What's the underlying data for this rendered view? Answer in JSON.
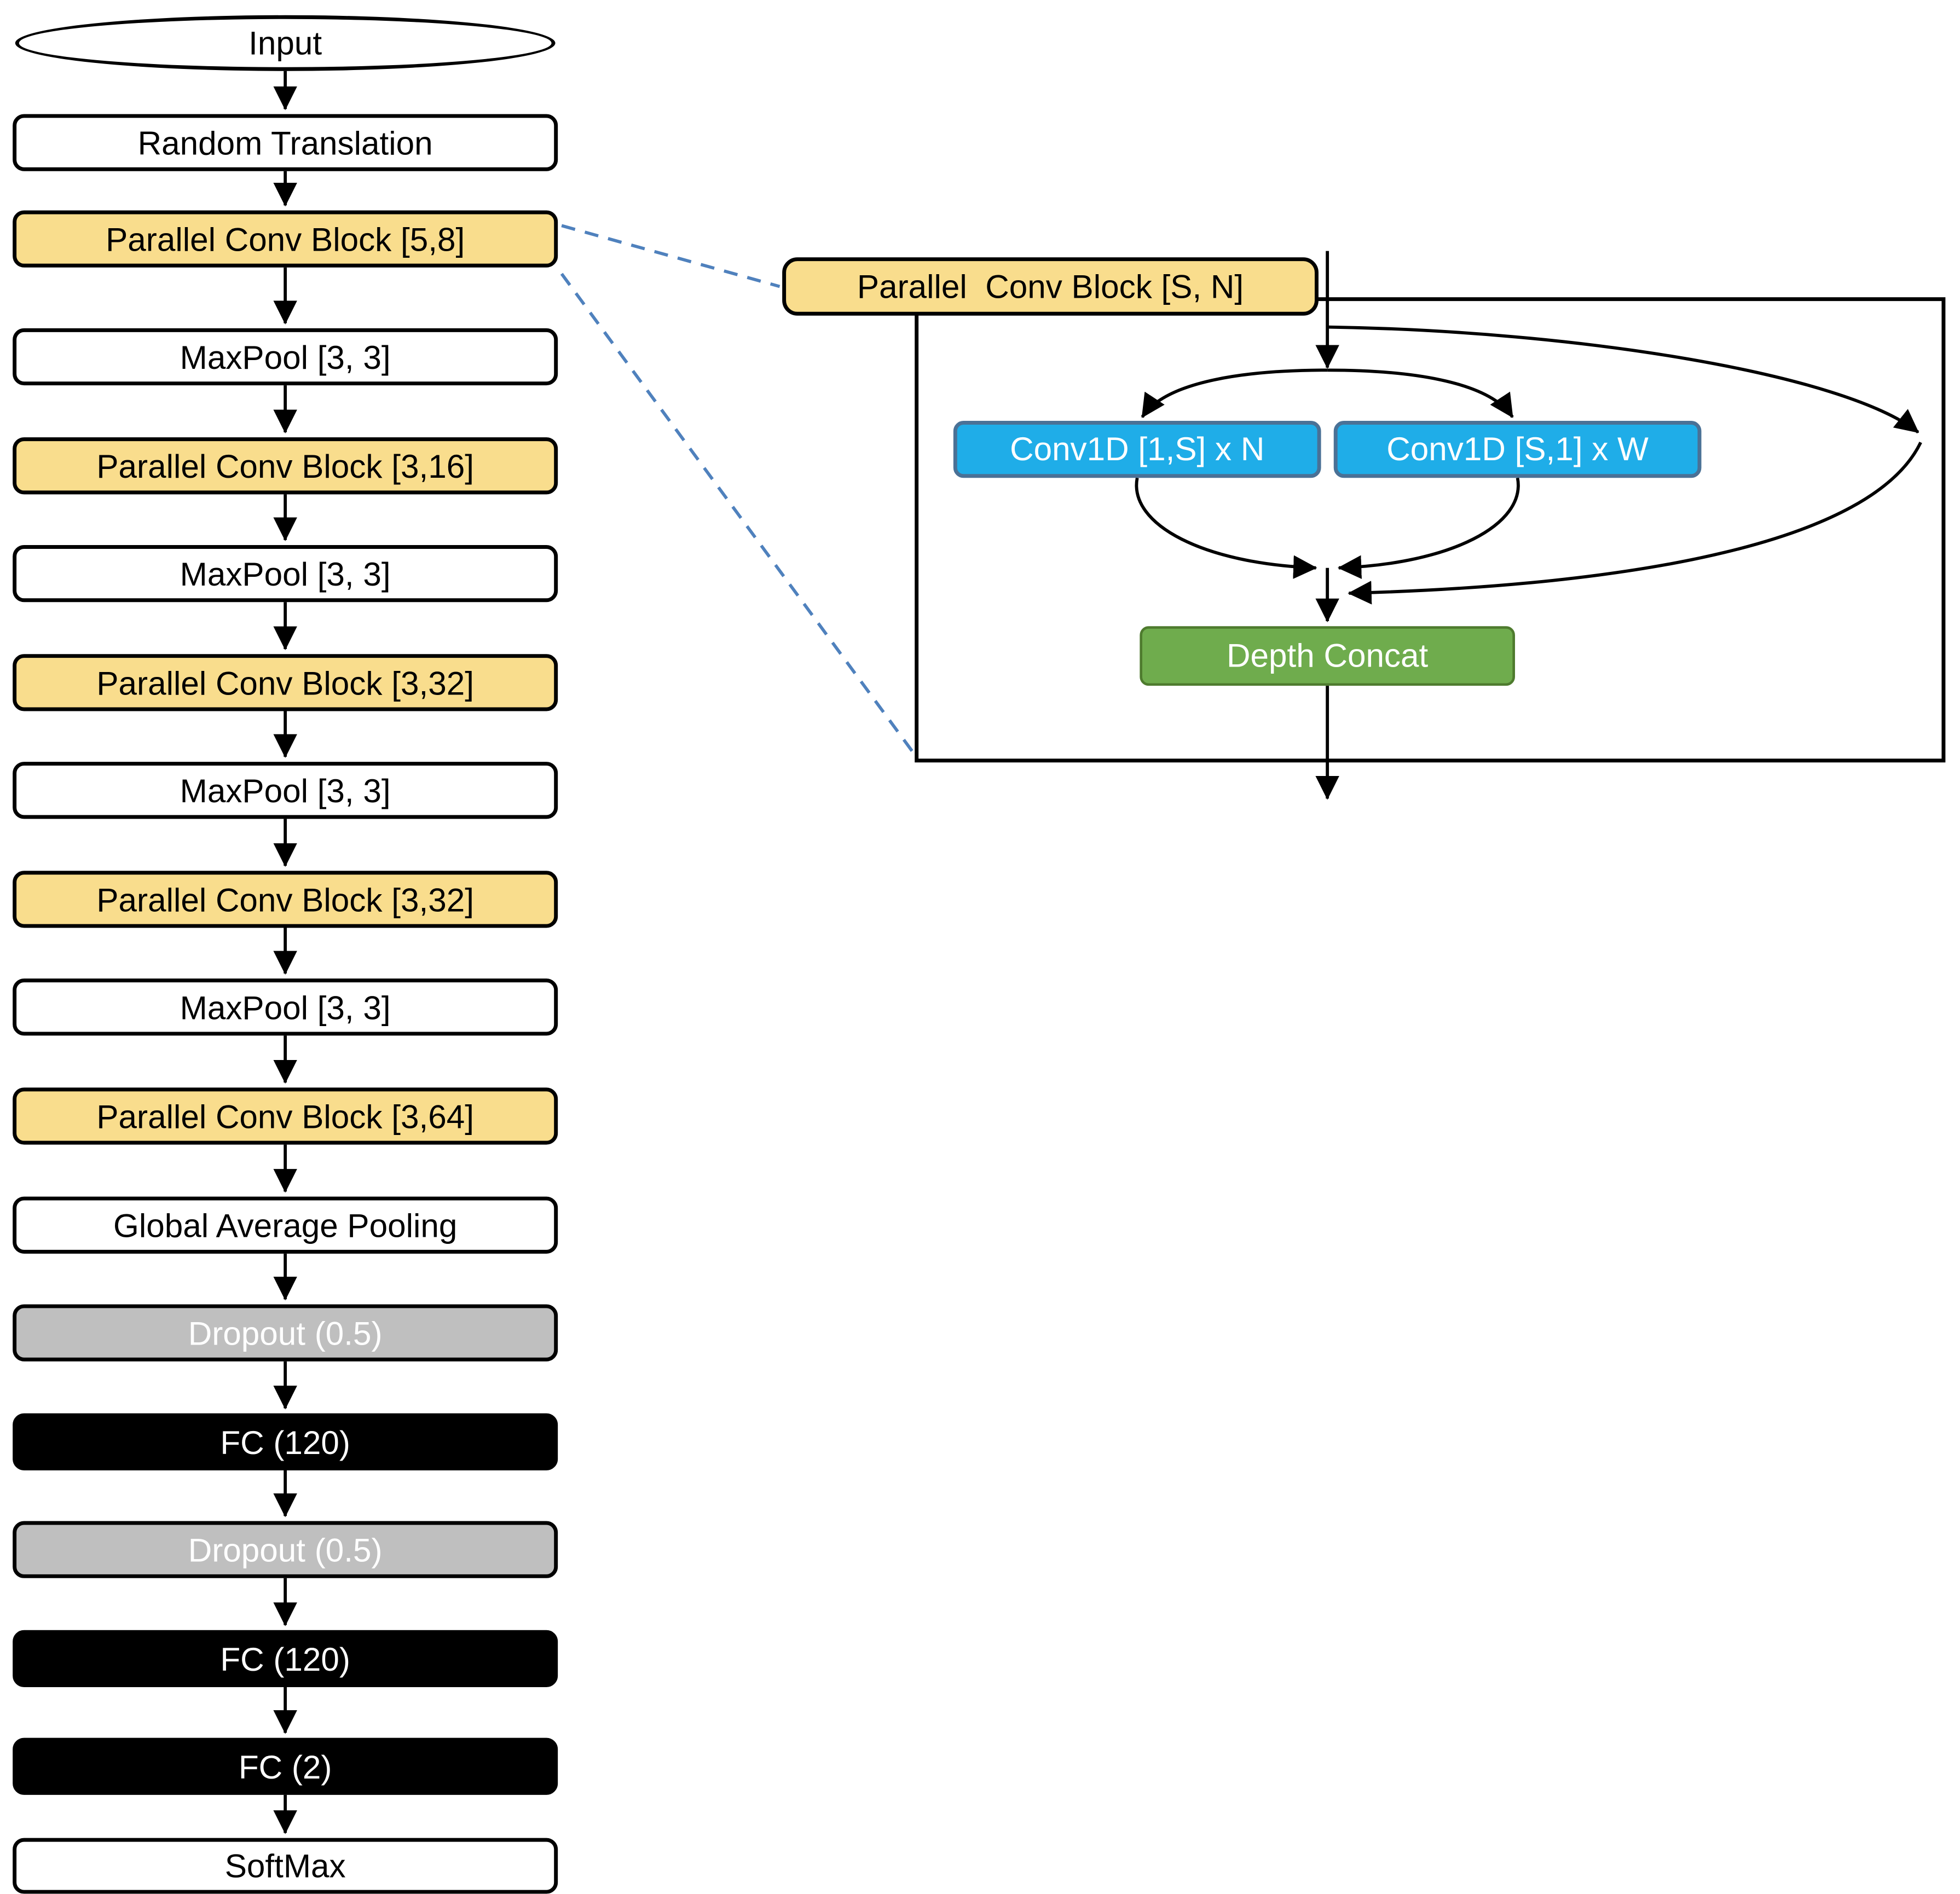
{
  "flow": {
    "input_label": "Input",
    "nodes": [
      {
        "label": "Random Translation",
        "type": "white"
      },
      {
        "label": "Parallel Conv Block [5,8]",
        "type": "yellow"
      },
      {
        "label": "MaxPool [3, 3]",
        "type": "white"
      },
      {
        "label": "Parallel Conv Block [3,16]",
        "type": "yellow"
      },
      {
        "label": "MaxPool [3, 3]",
        "type": "white"
      },
      {
        "label": "Parallel Conv Block [3,32]",
        "type": "yellow"
      },
      {
        "label": "MaxPool [3, 3]",
        "type": "white"
      },
      {
        "label": "Parallel Conv Block [3,32]",
        "type": "yellow"
      },
      {
        "label": "MaxPool [3, 3]",
        "type": "white"
      },
      {
        "label": "Parallel Conv Block [3,64]",
        "type": "yellow"
      },
      {
        "label": "Global Average Pooling",
        "type": "white"
      },
      {
        "label": "Dropout (0.5)",
        "type": "gray"
      },
      {
        "label": "FC (120)",
        "type": "black"
      },
      {
        "label": "Dropout (0.5)",
        "type": "gray"
      },
      {
        "label": "FC (120)",
        "type": "black"
      },
      {
        "label": "FC (2)",
        "type": "black"
      },
      {
        "label": "SoftMax",
        "type": "white"
      }
    ]
  },
  "detail": {
    "block_label": "Parallel  Conv Block [S, N]",
    "conv_left_label": "Conv1D [1,S] x N",
    "conv_right_label": "Conv1D [S,1] x W",
    "concat_label": "Depth Concat"
  },
  "colors": {
    "node_yellow": "#f9dd8d",
    "node_gray": "#bfbfbf",
    "node_black": "#000000",
    "node_white": "#ffffff",
    "conv_fill": "#1fade8",
    "conv_border": "#4a7196",
    "concat_fill": "#6fac4d",
    "concat_border": "#4e7b2e",
    "dashed_leader": "#4f81bd",
    "line": "#000000"
  }
}
